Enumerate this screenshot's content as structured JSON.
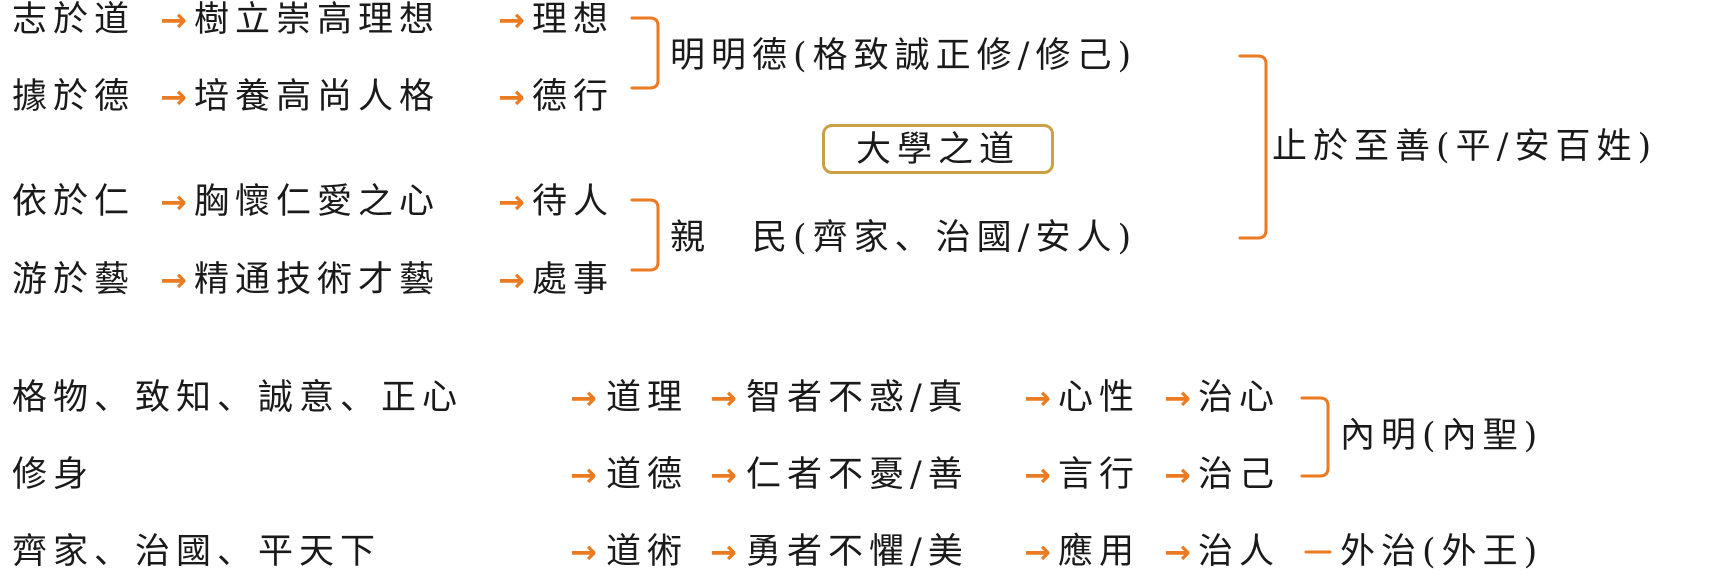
{
  "arrow": "→",
  "colors": {
    "accent": "#ec7a20",
    "title_border": "#c9a144",
    "text": "#1a1a1a"
  },
  "top": {
    "rows": [
      {
        "a": "志於道",
        "b": "樹立崇高理想",
        "c": "理想"
      },
      {
        "a": "據於德",
        "b": "培養高尚人格",
        "c": "德行"
      },
      {
        "a": "依於仁",
        "b": "胸懷仁愛之心",
        "c": "待人"
      },
      {
        "a": "游於藝",
        "b": "精通技術才藝",
        "c": "處事"
      }
    ],
    "mingmingde": "明明德(格致誠正修/修己)",
    "qinmin": "親　民(齊家、治國/安人)",
    "title": "大學之道",
    "zhiyu": "止於至善(平/安百姓)"
  },
  "bottom": {
    "rows": [
      {
        "a": "格物、致知、誠意、正心",
        "b": "道理",
        "c": "智者不惑/真",
        "d": "心性",
        "e": "治心"
      },
      {
        "a": "修身",
        "b": "道德",
        "c": "仁者不憂/善",
        "d": "言行",
        "e": "治己"
      },
      {
        "a": "齊家、治國、平天下",
        "b": "道術",
        "c": "勇者不懼/美",
        "d": "應用",
        "e": "治人"
      }
    ],
    "neiming": "內明(內聖)",
    "waizhi": "外治(外王)"
  }
}
